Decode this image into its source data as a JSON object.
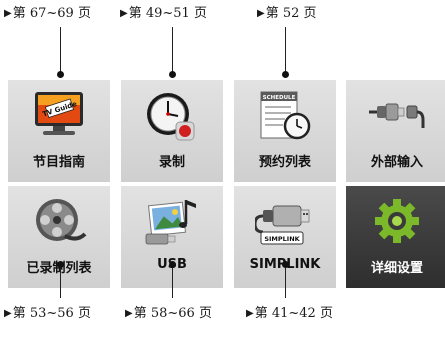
{
  "top_refs": [
    "第 67~69 页",
    "第 49~51 页",
    "第 52 页"
  ],
  "bottom_refs": [
    "第 53~56 页",
    "第 58~66 页",
    "第 41~42 页"
  ],
  "tiles": [
    {
      "label": "节目指南",
      "icon": "tv-guide-icon"
    },
    {
      "label": "录制",
      "icon": "clock-record-icon"
    },
    {
      "label": "预约列表",
      "icon": "schedule-icon",
      "icon_text": "SCHEDULE"
    },
    {
      "label": "外部输入",
      "icon": "input-cable-icon"
    },
    {
      "label": "已录制列表",
      "icon": "film-reel-icon"
    },
    {
      "label": "USB",
      "icon": "usb-photo-music-icon"
    },
    {
      "label": "SIMPLINK",
      "icon": "simplink-icon",
      "icon_text": "SIMPLINK"
    },
    {
      "label": "详细设置",
      "icon": "gear-settings-icon"
    }
  ],
  "selected_tile": "详细设置",
  "colors": {
    "tile_bg": "#d6d6d6",
    "tile_selected_bg": "#3a3a3a",
    "ref_text": "#1a1a1a"
  }
}
